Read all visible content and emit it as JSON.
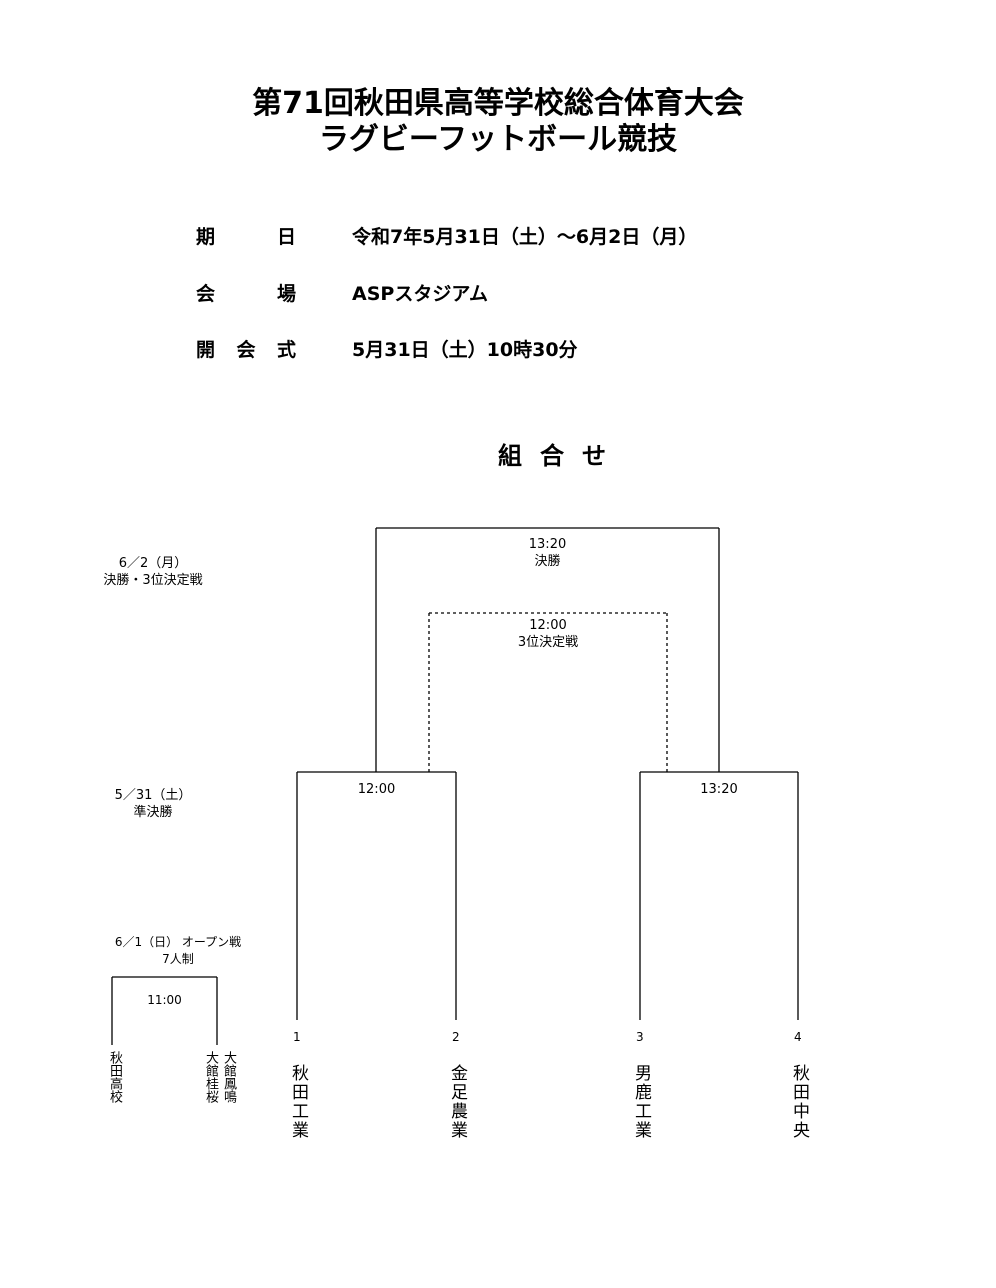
{
  "title": {
    "line1": "第71回秋田県高等学校総合体育大会",
    "line2": "ラグビーフットボール競技"
  },
  "info": {
    "date_label": [
      "期",
      "日"
    ],
    "date_value": "令和7年5月31日（土）～6月2日（月）",
    "venue_label": [
      "会",
      "場"
    ],
    "venue_value": "ASPスタジアム",
    "opening_label": [
      "開",
      "会",
      "式"
    ],
    "opening_value": "5月31日（土）10時30分"
  },
  "bracket_heading": "組合せ",
  "rounds": {
    "final_day": "6／2（月）",
    "final_desc": "決勝・3位決定戦",
    "semi_day": "5／31（土）",
    "semi_desc": "準決勝",
    "open_day": "6／1（日）  オープン戦",
    "open_desc": "7人制"
  },
  "matches": {
    "final_time": "13:20",
    "final_label": "決勝",
    "third_time": "12:00",
    "third_label": "3位決定戦",
    "semi1_time": "12:00",
    "semi2_time": "13:20",
    "open_time": "11:00"
  },
  "teams": [
    {
      "num": "1",
      "name": "秋田工業"
    },
    {
      "num": "2",
      "name": "金足農業"
    },
    {
      "num": "3",
      "name": "男鹿工業"
    },
    {
      "num": "4",
      "name": "秋田中央"
    }
  ],
  "open_teams": {
    "left": "秋田高校",
    "right_col1": "大館桂桜",
    "right_col2": "大館鳳鳴"
  }
}
